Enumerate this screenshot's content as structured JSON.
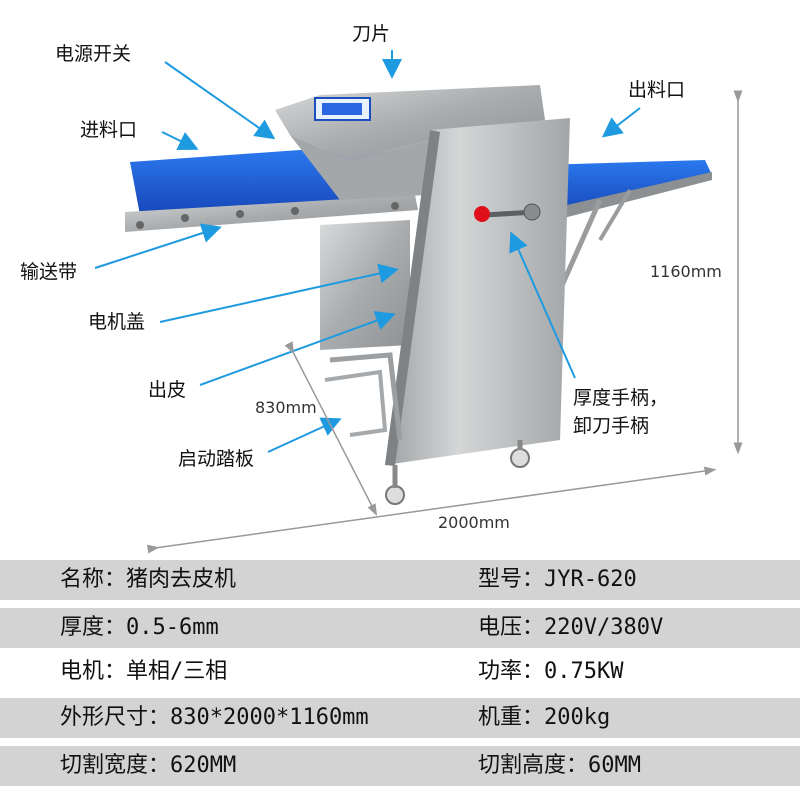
{
  "callouts": {
    "blade": "刀片",
    "power_switch": "电源开关",
    "outlet": "出料口",
    "inlet": "进料口",
    "conveyor": "输送带",
    "motor_cover": "电机盖",
    "skin_out": "出皮",
    "handle_line1": "厚度手柄，",
    "handle_line2": "卸刀手柄",
    "pedal": "启动踏板"
  },
  "dimensions": {
    "height": "1160mm",
    "depth": "830mm",
    "length": "2000mm"
  },
  "specs": [
    {
      "left": "名称：猪肉去皮机",
      "right": "型号：JYR-620"
    },
    {
      "left": "厚度：0.5-6mm",
      "right": "电压：220V/380V"
    },
    {
      "left": "电机：单相/三相",
      "right": "功率：0.75KW"
    },
    {
      "left": "外形尺寸：830*2000*1160mm",
      "right": "机重：200kg"
    },
    {
      "left": "切割宽度：620MM",
      "right": "切割高度：60MM"
    }
  ],
  "colors": {
    "arrow": "#1e9be0",
    "belt": "#1c5fd6",
    "steel": "#b7b9bb",
    "row_shade": "#d3d3d3"
  }
}
